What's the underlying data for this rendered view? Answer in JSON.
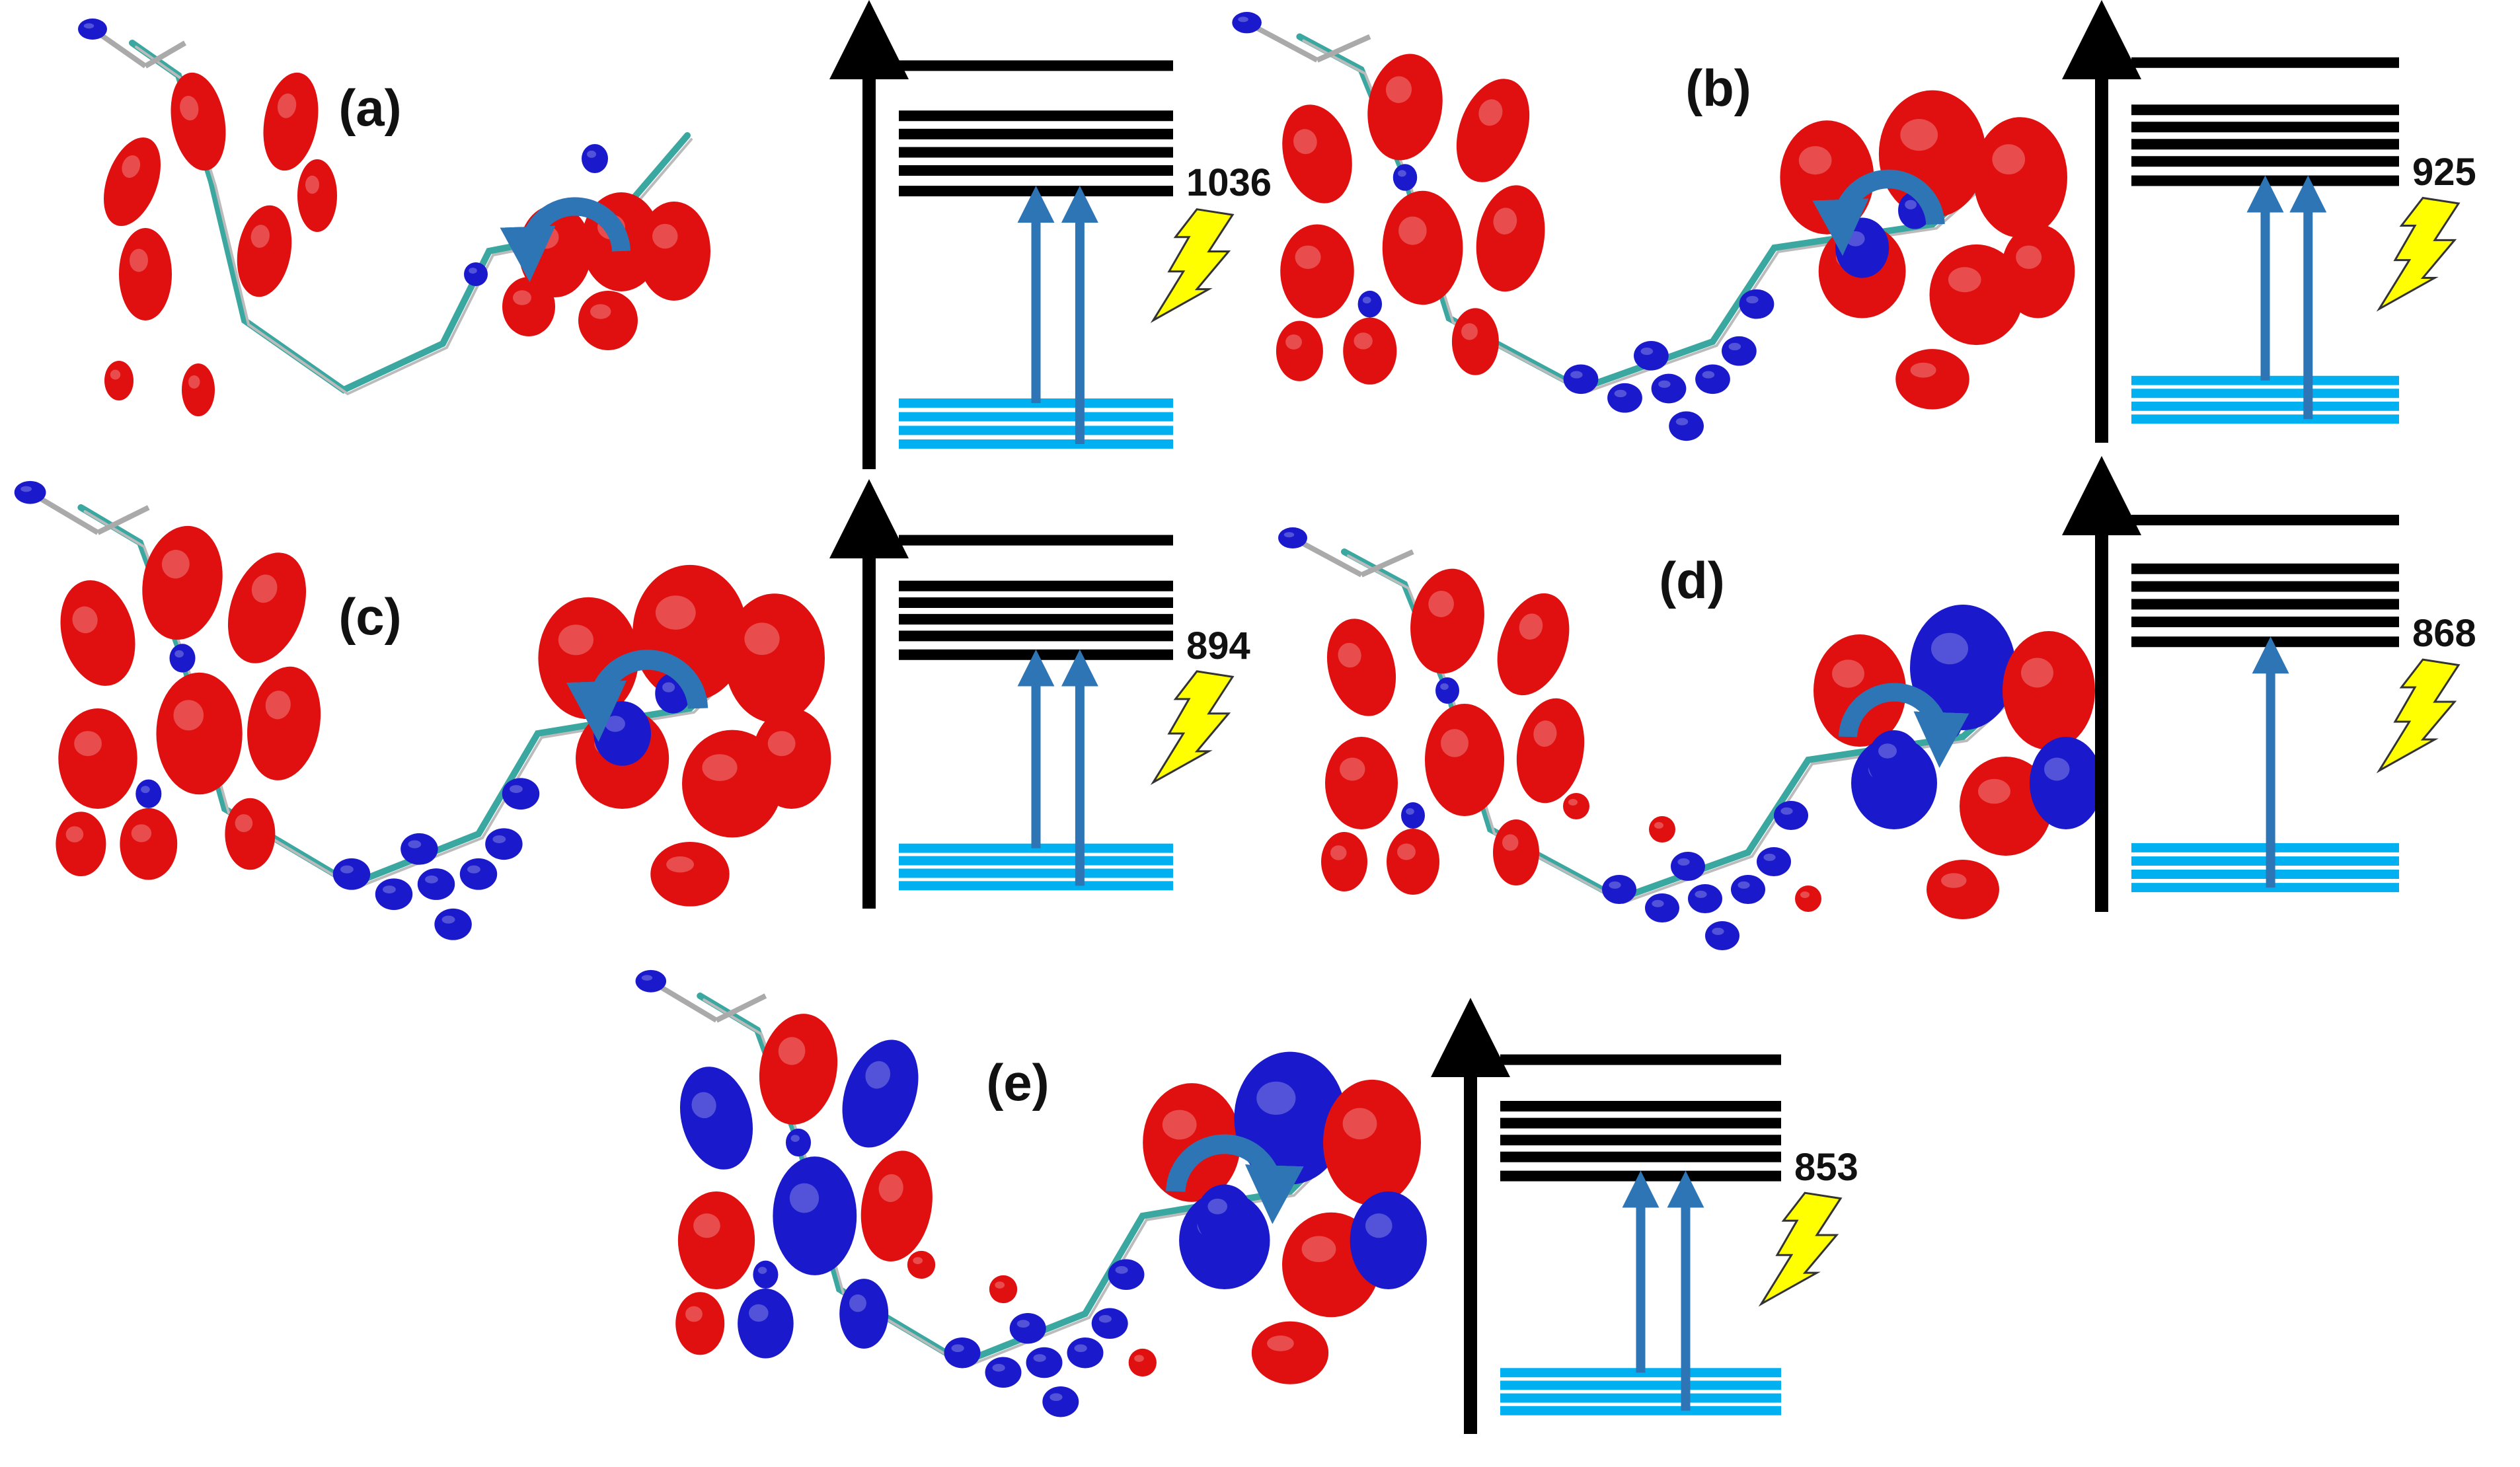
{
  "colors": {
    "occupied_level": "#00b0f0",
    "unoccupied_level": "#000000",
    "transition_arrow": "#2e75b6",
    "lightning": "#ffff00",
    "lobe_positive": "#e01010",
    "lobe_negative": "#1a1acc",
    "bond_carbon": "#3aa8a0",
    "axis": "#000000"
  },
  "panels": [
    {
      "label": "(a)",
      "energy": "1036",
      "arrow_count": 2
    },
    {
      "label": "(b)",
      "energy": "925",
      "arrow_count": 2
    },
    {
      "label": "(c)",
      "energy": "894",
      "arrow_count": 2
    },
    {
      "label": "(d)",
      "energy": "868",
      "arrow_count": 1
    },
    {
      "label": "(e)",
      "energy": "853",
      "arrow_count": 2
    }
  ]
}
